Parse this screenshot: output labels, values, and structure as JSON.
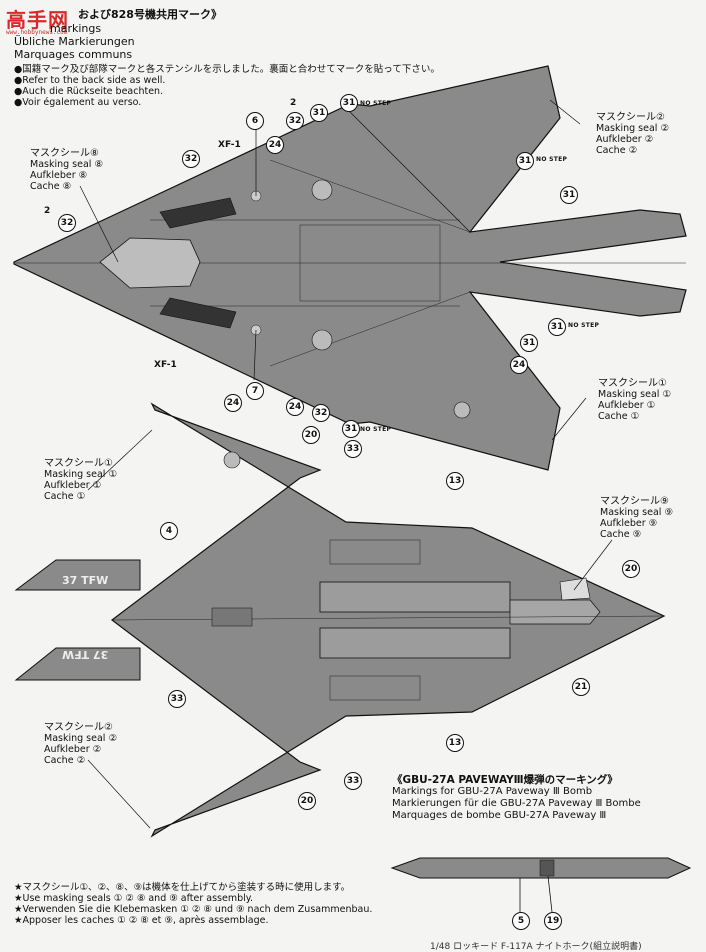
{
  "watermark": {
    "main": "高手网",
    "sub": "www.hobbynews.com"
  },
  "header": {
    "jp_title": "および828号機共用マーク》",
    "en": "markings",
    "de": "Übliche Markierungen",
    "fr": "Marquages communs"
  },
  "notes": {
    "jp": "●国籍マーク及び部隊マークと各ステンシルを示しました。裏面と合わせてマークを貼って下さい。",
    "en": "●Refer to the back side as well.",
    "de": "●Auch die Rückseite beachten.",
    "fr": "●Voir également au verso."
  },
  "masks": {
    "m8_top": {
      "jp": "マスクシール⑧",
      "en": "Masking seal ⑧",
      "de": "Aufkleber ⑧",
      "fr": "Cache ⑧"
    },
    "m2_top": {
      "jp": "マスクシール②",
      "en": "Masking seal ②",
      "de": "Aufkleber ②",
      "fr": "Cache ②"
    },
    "m1_right": {
      "jp": "マスクシール①",
      "en": "Masking seal ①",
      "de": "Aufkleber ①",
      "fr": "Cache ①"
    },
    "m1_left": {
      "jp": "マスクシール①",
      "en": "Masking seal ①",
      "de": "Aufkleber ①",
      "fr": "Cache ①"
    },
    "m9_right": {
      "jp": "マスクシール⑨",
      "en": "Masking seal ⑨",
      "de": "Aufkleber ⑨",
      "fr": "Cache ⑨"
    },
    "m2_left": {
      "jp": "マスクシール②",
      "en": "Masking seal ②",
      "de": "Aufkleber ②",
      "fr": "Cache ②"
    }
  },
  "callouts": {
    "n31": "31",
    "n32": "32",
    "n6": "6",
    "n24": "24",
    "n7": "7",
    "n20": "20",
    "n33": "33",
    "n13": "13",
    "n4": "4",
    "n21": "21",
    "n5": "5",
    "n19": "19",
    "n2": "2"
  },
  "stencils": {
    "no_step": "NO STEP",
    "xf1": "XF-1",
    "tfw": "37 TFW"
  },
  "bomb_section": {
    "jp": "《GBU-27A PAVEWAYⅢ爆弾のマーキング》",
    "en": "Markings for GBU-27A Paveway Ⅲ Bomb",
    "de": "Markierungen für die GBU-27A Paveway Ⅲ Bombe",
    "fr": "Marquages de bombe GBU-27A Paveway Ⅲ"
  },
  "footer": {
    "jp": "★マスクシール①、②、⑧、⑨は機体を仕上げてから塗装する時に使用します。",
    "en": "★Use masking seals ① ② ⑧ and ⑨ after assembly.",
    "de": "★Verwenden Sie die Klebemasken ① ② ⑧ und ⑨ nach dem Zusammenbau.",
    "fr": "★Apposer les caches ① ② ⑧ et ⑨, après assemblage."
  },
  "page_footer": "1/48 ロッキード F-117A ナイトホーク(組立説明書)",
  "colors": {
    "aircraft": "#8a8a8a",
    "aircraft_dark": "#4a4a4a",
    "line": "#111111",
    "watermark": "#d72b2b"
  }
}
